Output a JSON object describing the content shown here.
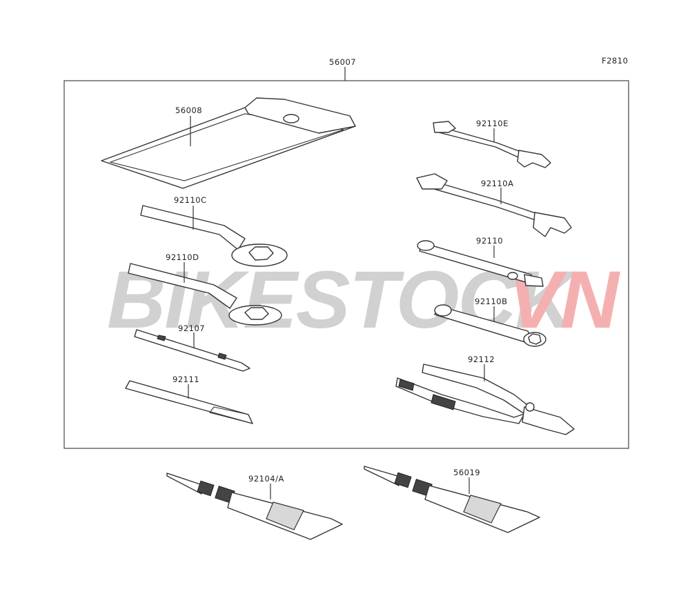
{
  "figure_code": "F2810",
  "watermark": {
    "left": "BIKESTOCK",
    "right": "VN",
    "left_color": "#c9c9c9",
    "right_color": "#f3a3a3"
  },
  "parts": {
    "kit": "56007",
    "bag": "56008",
    "wrench_e": "92110E",
    "wrench_a": "92110A",
    "ring_c": "92110C",
    "ring_d": "92110D",
    "plug_wrench": "92110",
    "plug_wrench_b": "92110B",
    "screwdriver": "92107",
    "handle": "92111",
    "pliers": "92112",
    "grease_left": "92104/A",
    "grease_right": "56019"
  }
}
